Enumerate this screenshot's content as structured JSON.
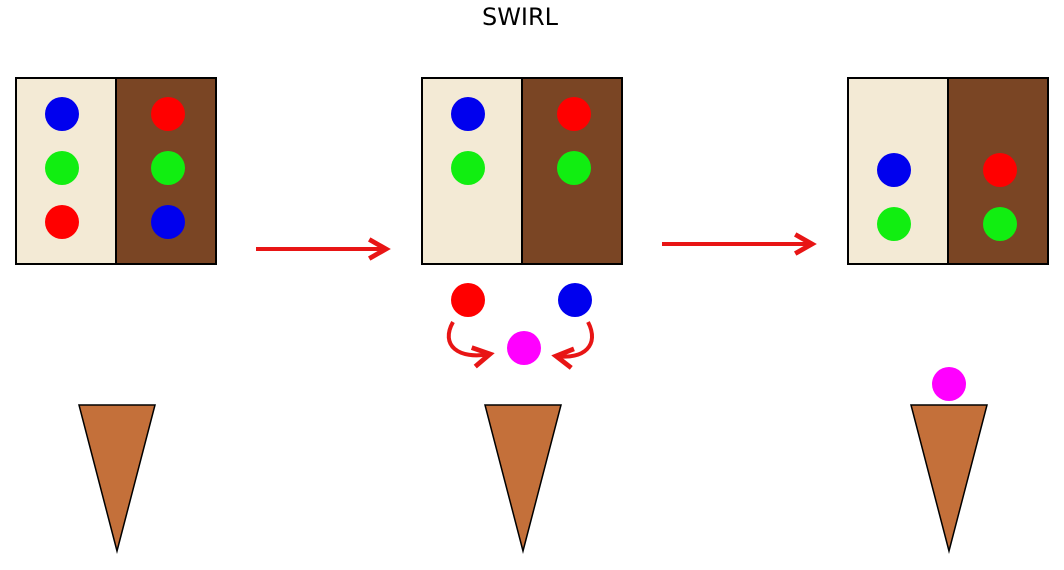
{
  "title": "SWIRL",
  "colors": {
    "vanilla": "#f3ead5",
    "chocolate": "#7a4524",
    "cone": "#c4703a",
    "arrow": "#e81515",
    "outline": "#000000",
    "scoop_red": "#ff0000",
    "scoop_green": "#11ee11",
    "scoop_blue": "#0000ee",
    "scoop_swirl": "#ff00ff"
  },
  "stages": [
    {
      "vanilla_scoops": [
        "blue",
        "green",
        "red"
      ],
      "chocolate_scoops": [
        "red",
        "green",
        "blue"
      ],
      "cone_scoop": null
    },
    {
      "vanilla_scoops": [
        "blue",
        "green"
      ],
      "chocolate_scoops": [
        "red",
        "green"
      ],
      "cone_scoop": null
    },
    {
      "vanilla_scoops": [
        "blue",
        "green"
      ],
      "chocolate_scoops": [
        "red",
        "green"
      ],
      "cone_scoop": "swirl"
    }
  ],
  "mix": {
    "inputs": [
      "red",
      "blue"
    ],
    "result": "swirl"
  }
}
